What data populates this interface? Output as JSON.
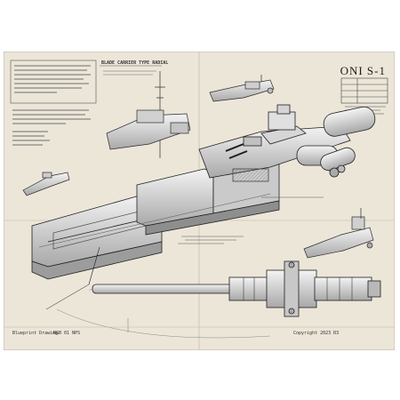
{
  "sheet": {
    "title": "ONI S-1",
    "heading": "BLADE CARRIER TYPE RADIAL",
    "footer_left": "Blueprint Drawing",
    "footer_mid": "RGB 01 NPS",
    "footer_right": "Copyright 2023 R3"
  },
  "colors": {
    "paper": "#ece6d9",
    "ink": "#2a2a2a",
    "hull": "#d8d8d8",
    "hull_dark": "#9a9a9a"
  }
}
